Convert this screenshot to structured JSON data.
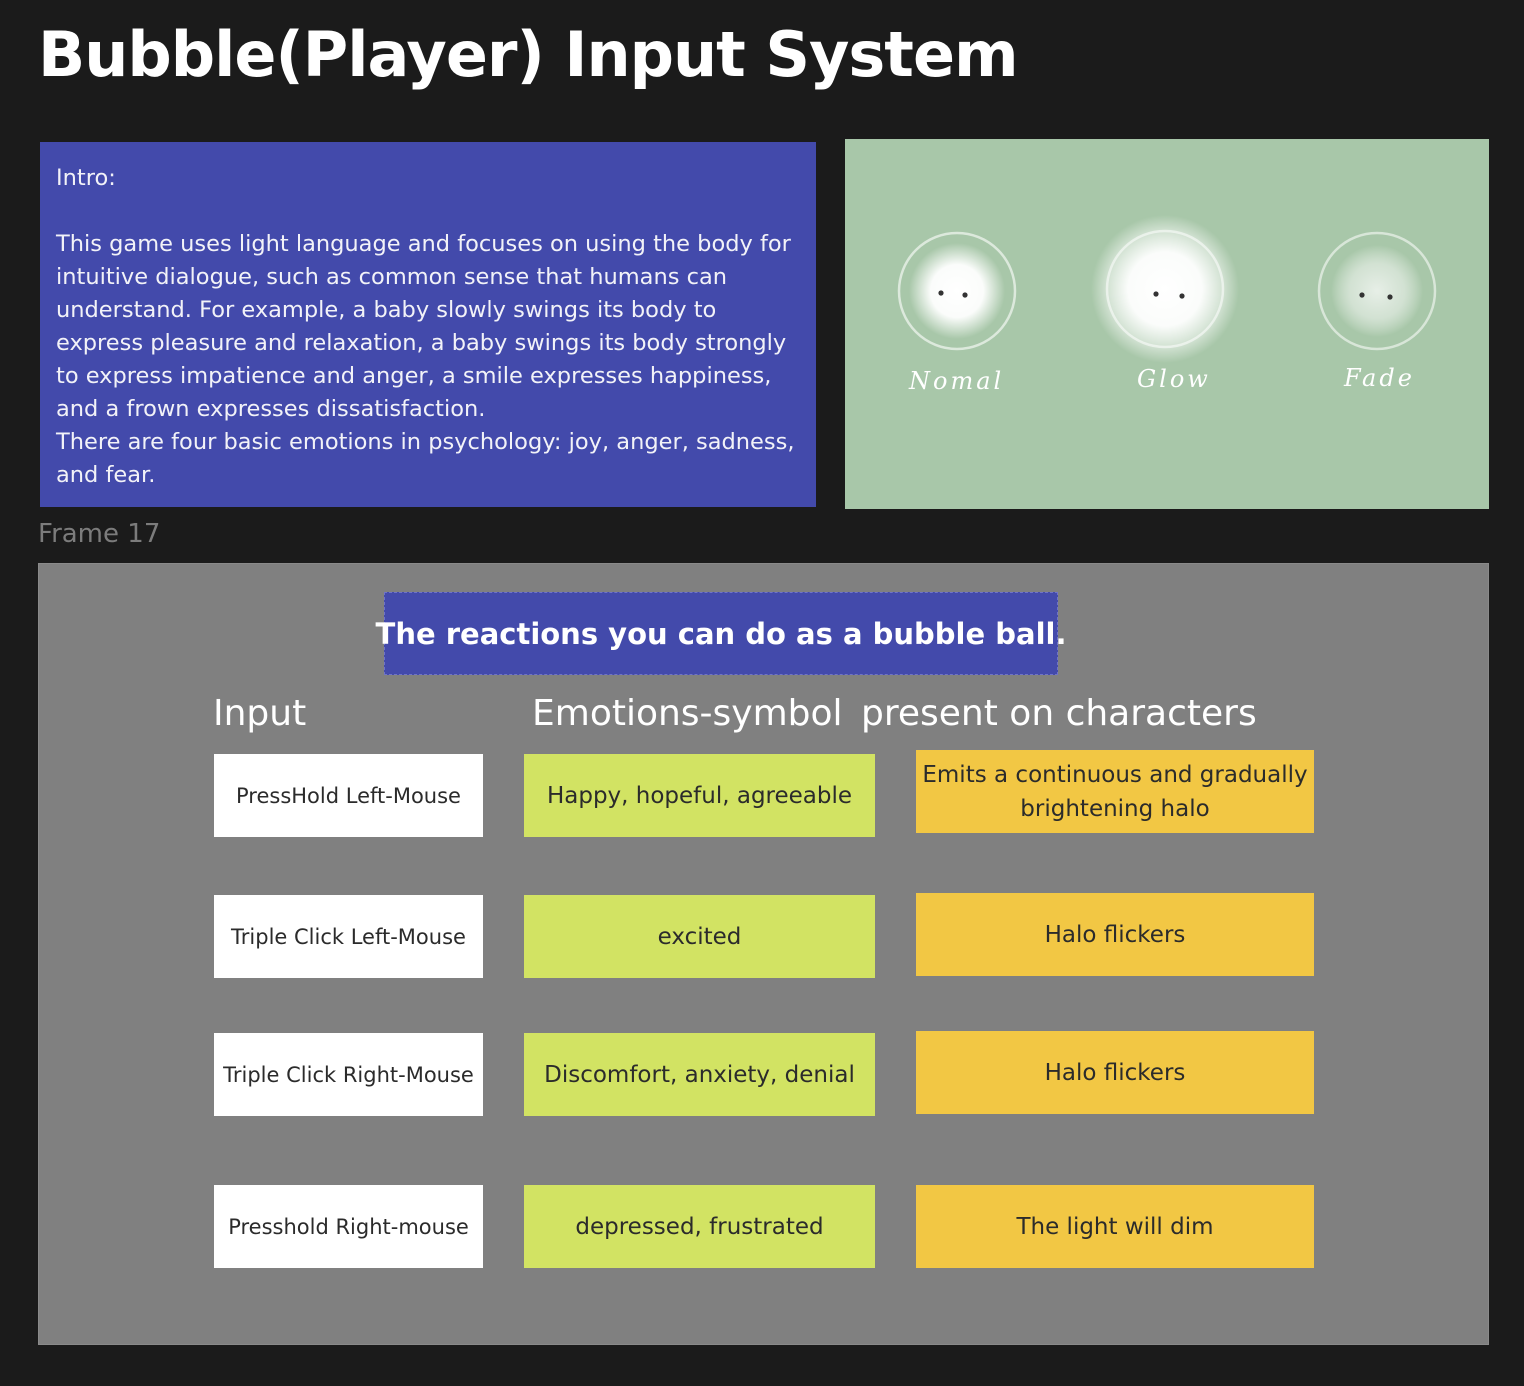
{
  "title": "Bubble(Player) Input System",
  "intro": {
    "label": "Intro:",
    "body": " This game uses light language and focuses on using the body for intuitive dialogue, such as common sense that humans can understand. For example, a baby slowly swings its body to express pleasure and relaxation, a baby swings its body strongly to express impatience and anger, a smile expresses happiness, and a frown expresses dissatisfaction.\nThere are four basic emotions in psychology: joy, anger, sadness, and fear."
  },
  "bubble_states": [
    "Nomal",
    "Glow",
    "Fade"
  ],
  "frame_label": "Frame 17",
  "reactions_heading": "The reactions you can do as a bubble ball.",
  "columns": {
    "input": "Input",
    "emotion": "Emotions-symbol",
    "present": "present on characters"
  },
  "rows": [
    {
      "input": "PressHold Left-Mouse",
      "emotion": "Happy, hopeful, agreeable",
      "present": "Emits a continuous and gradually brightening halo"
    },
    {
      "input": "Triple Click Left-Mouse",
      "emotion": "excited",
      "present": "Halo flickers"
    },
    {
      "input": "Triple Click Right-Mouse",
      "emotion": "Discomfort, anxiety, denial",
      "present": "Halo flickers"
    },
    {
      "input": "Presshold Right-mouse",
      "emotion": "depressed, frustrated",
      "present": "The light will dim"
    }
  ],
  "colors": {
    "background": "#1b1b1b",
    "intro_panel": "#434aab",
    "image_panel": "#a8c7a9",
    "frame": "#808080",
    "input_cell": "#ffffff",
    "emotion_cell": "#d2e363",
    "present_cell": "#f2c744"
  }
}
